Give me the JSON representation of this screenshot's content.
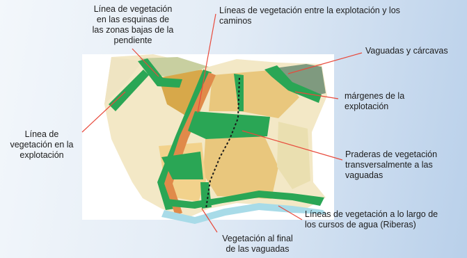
{
  "labels": {
    "corner_lines": "Línea de vegetación\nen las esquinas de\nlas zonas bajas de la\npendiente",
    "farm_roads": "Líneas de vegetación entre la explotación  y los\ncaminos",
    "gullies": "Vaguadas  y cárcavas",
    "margins": "márgenes de la\nexplotación",
    "field_line": "Línea de\nvegetación en la\nexplotación",
    "meadows": "Praderas de vegetación\ntransversalmente a las\nvaguadas",
    "riparian": "Líneas de vegetación a lo largo de\nlos cursos de agua  (Riberas)",
    "gully_end": "Vegetación al final\nde las vaguadas"
  },
  "colors": {
    "vegetation_green": "#2aa655",
    "dark_green": "#1f8a45",
    "road": "#e08a4a",
    "stream": "#a8dbe8",
    "field_tan": "#e9c77d",
    "field_light": "#f3e8c6",
    "field_ochre": "#d7a84a",
    "gully_gray": "#7f9a7f",
    "leader_line": "#e84a3c"
  }
}
